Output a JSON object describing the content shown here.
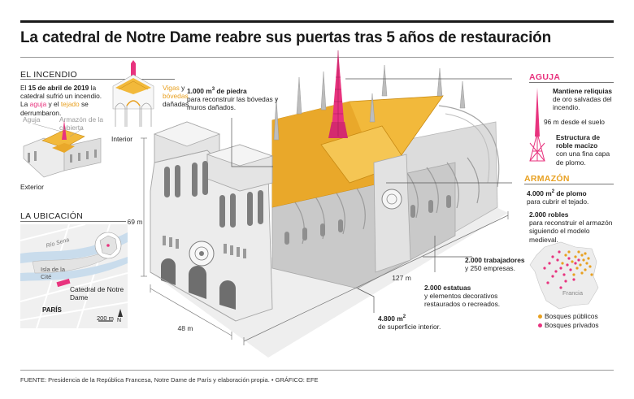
{
  "title": "La catedral de Notre Dame reabre sus puertas tras 5 años de restauración",
  "fire": {
    "heading": "EL INCENDIO",
    "p_before": "El ",
    "p_date": "15 de abril de 2019",
    "p_mid1": " la catedral sufrió un incendio. La ",
    "p_aguja": "aguja",
    "p_mid2": " y el ",
    "p_tejado": "tejado",
    "p_end": " se derrumbaron.",
    "label_aguja": "Aguja",
    "label_armazon": "Armazón de la cubierta",
    "label_exterior": "Exterior",
    "label_vigas": "Vigas",
    "label_y": " y",
    "label_bovedas": "bóvedas",
    "label_danadas": "dañadas",
    "label_interior": "Interior"
  },
  "location": {
    "heading": "LA UBICACIÓN",
    "river": "Río Sena",
    "island": "Isla de la Cité",
    "marker_label": "Catedral de Notre Dame",
    "city": "PARÍS",
    "scale": "200 m",
    "north": "N"
  },
  "dimensions": {
    "height": "69 m",
    "width": "48 m",
    "length": "127 m"
  },
  "annotations": {
    "stone_value": "1.000 m",
    "stone_sup": "3",
    "stone_rest": " de piedra",
    "stone_desc": "para reconstruir las bóvedas y muros dañados.",
    "workers_value": "2.000 trabajadores",
    "workers_desc": "y 250 empresas.",
    "statues_value": "2.000 estatuas",
    "statues_desc": "y elementos decorativos restaurados o recreados.",
    "surface_value": "4.800 m",
    "surface_sup": "2",
    "surface_desc": "de superficie interior."
  },
  "spire": {
    "heading": "AGUJA",
    "relics_title": "Mantiene reliquias",
    "relics_desc": "de oro salvadas del incendio.",
    "height_label": "96 m desde el suelo",
    "structure_title": "Estructura de roble macizo",
    "structure_desc": "con una fina capa de plomo."
  },
  "frame": {
    "heading": "ARMAZÓN",
    "lead_value": "4.000 m",
    "lead_sup": "2",
    "lead_rest": " de plomo",
    "lead_desc": "para cubrir el tejado.",
    "oaks_value": "2.000 robles",
    "oaks_desc": "para reconstruir el armazón siguiendo el modelo medieval.",
    "country": "Francia",
    "legend_public": "Bosques públicos",
    "legend_private": "Bosques privados"
  },
  "colors": {
    "pink": "#e8337e",
    "gold": "#e8a020",
    "roof": "#f2b93b",
    "stone": "#e9e9e9"
  },
  "footer": "FUENTE: Presidencia de la República Francesa, Notre Dame de París y elaboración propia. • GRÁFICO: EFE"
}
